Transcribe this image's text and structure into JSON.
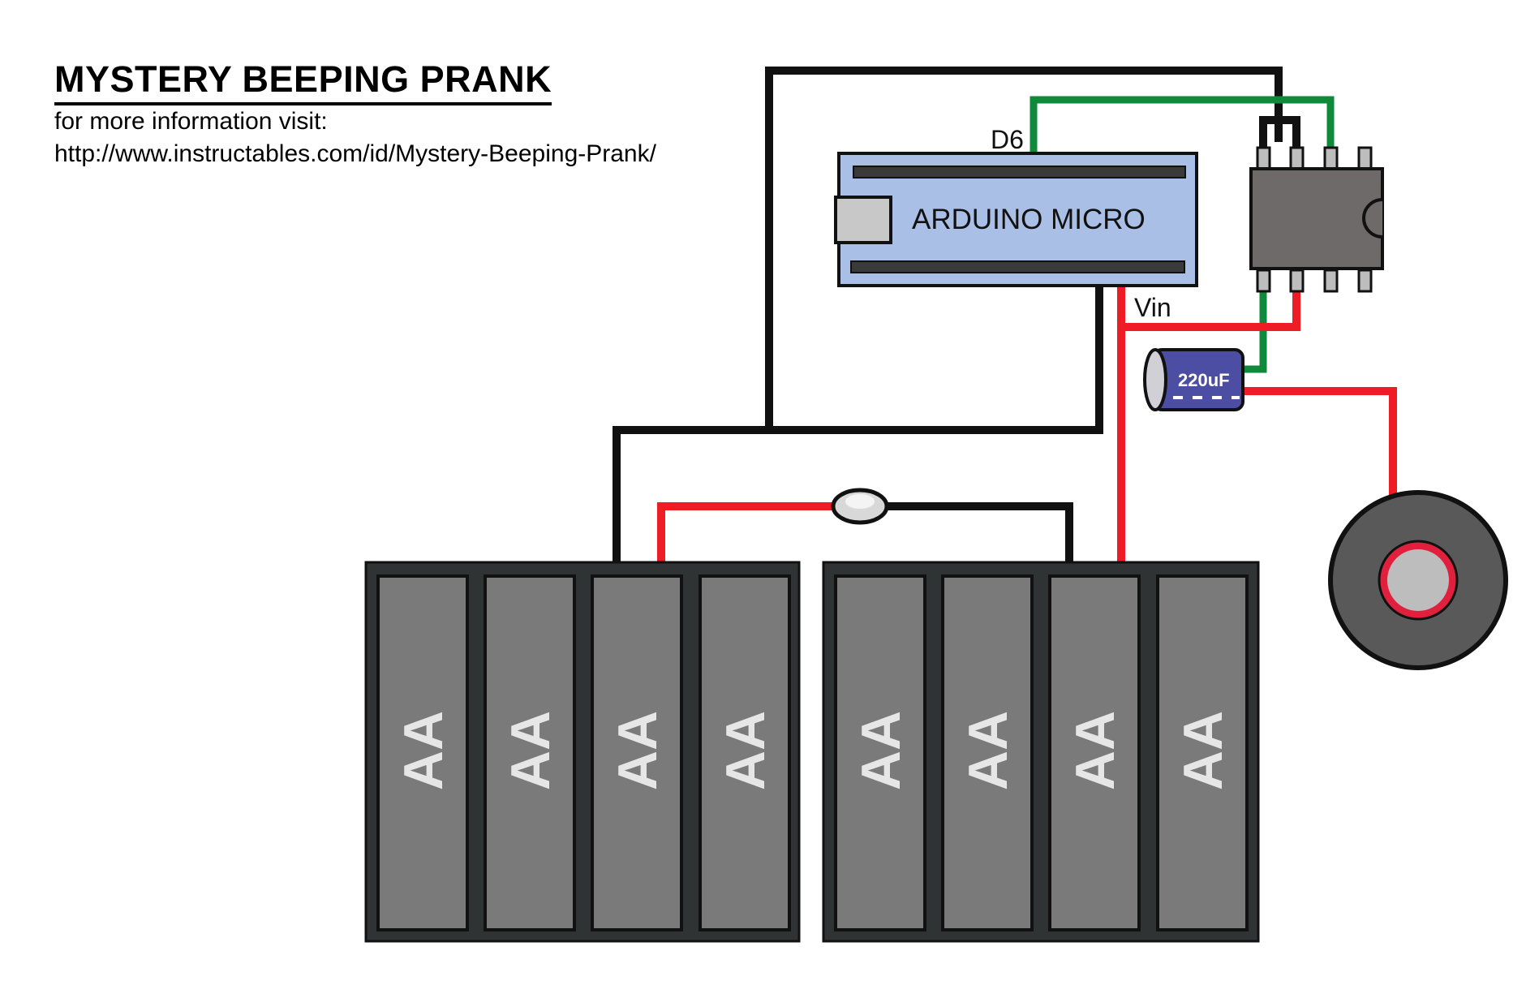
{
  "header": {
    "title": "MYSTERY BEEPING PRANK",
    "info_line": "for more information visit:",
    "url": "http://www.instructables.com/id/Mystery-Beeping-Prank/"
  },
  "arduino": {
    "label": "ARDUINO MICRO",
    "pin_d6": "D6",
    "pin_vin": "Vin"
  },
  "capacitor": {
    "label": "220uF"
  },
  "battery_packs": [
    {
      "cells": [
        "AA",
        "AA",
        "AA",
        "AA"
      ]
    },
    {
      "cells": [
        "AA",
        "AA",
        "AA",
        "AA"
      ]
    }
  ],
  "colors": {
    "wire_black": "#111111",
    "wire_red": "#ee1d25",
    "wire_green": "#0f8a3a",
    "arduino_board": "#a9bfe6",
    "chip_body": "#6e6a69",
    "capacitor_body": "#4c4ea3",
    "battery_frame": "#2f3333",
    "battery_cell": "#7a7a7a",
    "buzzer_ring": "#e0203c"
  }
}
